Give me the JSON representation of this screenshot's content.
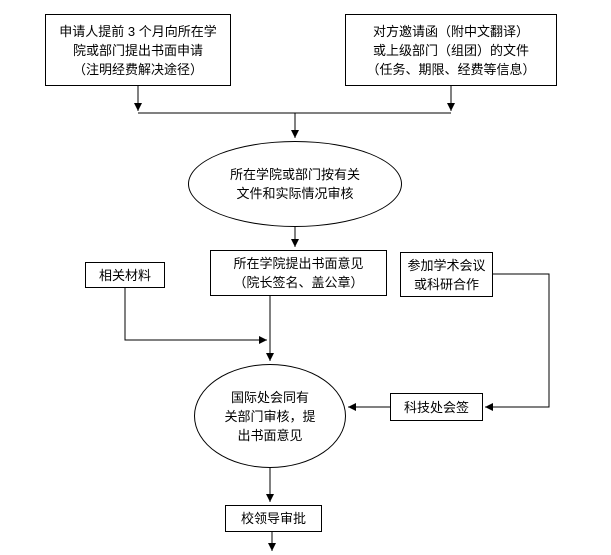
{
  "flowchart": {
    "colors": {
      "line": "#000000",
      "background": "#ffffff",
      "node_fill": "#ffffff"
    },
    "nodes": {
      "applicant_request": {
        "text": "申请人提前 3 个月向所在学\n院或部门提出书面申请\n（注明经费解决途径）"
      },
      "invitation_letter": {
        "text": "对方邀请函（附中文翻译）\n或上级部门（组团）的文件\n（任务、期限、经费等信息）"
      },
      "college_review": {
        "text": "所在学院或部门按有关\n文件和实际情况审核"
      },
      "college_opinion": {
        "text": "所在学院提出书面意见\n（院长签名、盖公章）"
      },
      "related_materials": {
        "text": "相关材料"
      },
      "academic_conference": {
        "text": "参加学术会议\n或科研合作"
      },
      "international_office_review": {
        "text": "国际处会同有\n关部门审核，提\n出书面意见"
      },
      "scitech_countersign": {
        "text": "科技处会签"
      },
      "president_approval": {
        "text": "校领导审批"
      }
    }
  }
}
